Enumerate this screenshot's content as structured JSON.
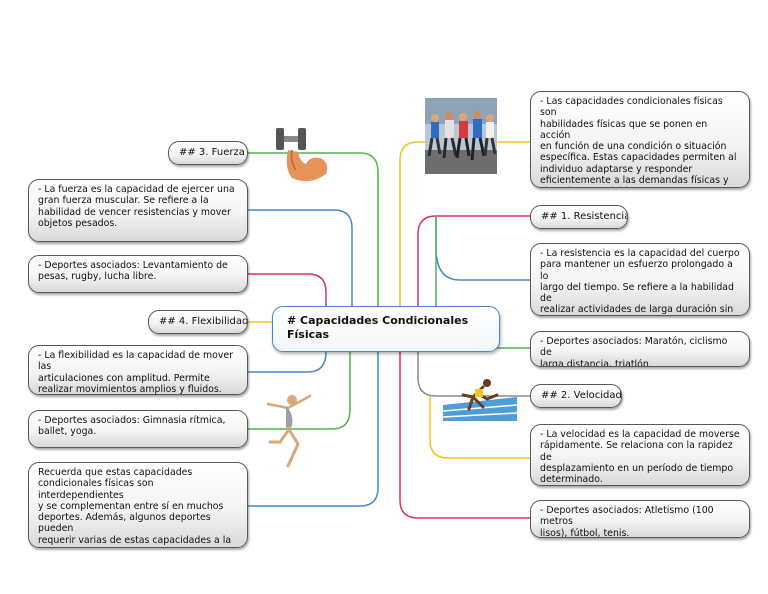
{
  "center": "# Capacidades Condicionales\nFísicas",
  "right_intro": "- Las capacidades condicionales físicas son\nhabilidades físicas que se ponen en acción\nen función de una condición o situación\nespecífica. Estas capacidades permiten al\nindividuo adaptarse y responder\neficientemente a las demandas físicas y\nsituaciones variables.",
  "resistencia": {
    "heading": "## 1. Resistencia",
    "definition": "- La resistencia es la capacidad del cuerpo\npara mantener un esfuerzo prolongado a lo\nlargo del tiempo. Se refiere a la habilidad de\nrealizar actividades de larga duración sin\nfatigarse rápidamente.",
    "sports": "- Deportes asociados: Maratón, ciclismo de\nlarga distancia, triatlón."
  },
  "velocidad": {
    "heading": "## 2. Velocidad",
    "definition": "- La velocidad es la capacidad de moverse\nrápidamente. Se relaciona con la rapidez de\ndesplazamiento en un período de tiempo\ndeterminado.",
    "sports": "- Deportes asociados: Atletismo (100 metros\nlisos), fútbol, tenis."
  },
  "fuerza": {
    "heading": "## 3. Fuerza",
    "definition": "- La fuerza es la capacidad de ejercer una\ngran fuerza muscular. Se refiere a la\nhabilidad de vencer resistencias y mover\nobjetos pesados.",
    "sports": "- Deportes asociados: Levantamiento de\npesas, rugby, lucha libre."
  },
  "flexibilidad": {
    "heading": "## 4. Flexibilidad",
    "definition": "- La flexibilidad es la capacidad de mover las\narticulaciones con amplitud. Permite\nrealizar movimientos amplios y fluidos.",
    "sports": "- Deportes asociados: Gimnasia rítmica,\nballet, yoga."
  },
  "conclusion": "Recuerda que estas capacidades\ncondicionales físicas son interdependientes\ny se complementan entre sí en muchos\ndeportes. Además, algunos deportes pueden\nrequerir varias de estas capacidades a la\nvez.",
  "images": {
    "runners": "runners-photo",
    "strength": "dumbbell-arm-icon",
    "sprinter": "sprinter-icon",
    "dancer": "dancer-icon"
  },
  "colors": {
    "blue": "#4a86c5",
    "yellow": "#f2c521",
    "red": "#d6335b",
    "green": "#52b452",
    "gray": "#8c8c8c"
  }
}
